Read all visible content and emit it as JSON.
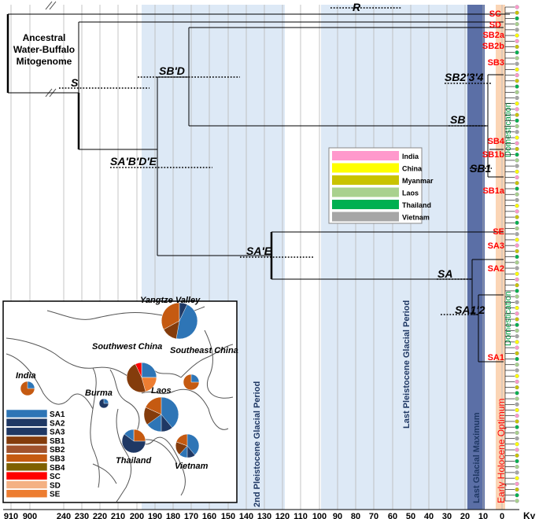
{
  "root_label": [
    "Ancestral",
    "Water-Buffalo",
    "Mitogenome"
  ],
  "x_axis": {
    "unit": "Ky",
    "ticks": [
      "910",
      "900",
      "240",
      "230",
      "220",
      "210",
      "200",
      "190",
      "180",
      "170",
      "160",
      "150",
      "140",
      "130",
      "120",
      "110",
      "100",
      "90",
      "80",
      "70",
      "60",
      "50",
      "40",
      "30",
      "20",
      "10",
      "0"
    ]
  },
  "periods": {
    "second_pleistocene": "2nd Pleistocene Glacial Period",
    "last_pleistocene": "Last Pleistocene Glacial Period",
    "last_glacial_maximum": "Last Glacial Maximum",
    "early_holocene_optimum": "Early Holocene Optimum",
    "domestication": "Domestication"
  },
  "nodes": [
    "R",
    "S",
    "SB'D",
    "SA'B'D'E",
    "SA'E",
    "SB2'3'4",
    "SB",
    "SB1",
    "SA",
    "SA1'2"
  ],
  "clades": [
    "SC",
    "SD",
    "SB2a",
    "SB2b",
    "SB3",
    "SB4",
    "SB1b",
    "SB1a",
    "SE",
    "SA3",
    "SA2",
    "SA1"
  ],
  "legend": {
    "items": [
      {
        "label": "India",
        "color": "#ff99cc"
      },
      {
        "label": "China",
        "color": "#ffff00"
      },
      {
        "label": "Myanmar",
        "color": "#c9c300"
      },
      {
        "label": "Laos",
        "color": "#a9d18e"
      },
      {
        "label": "Thailand",
        "color": "#00b050"
      },
      {
        "label": "Vietnam",
        "color": "#a6a6a6"
      }
    ]
  },
  "map": {
    "regions": [
      "Yangtze Valley",
      "Southwest China",
      "Southeast China",
      "India",
      "Burma",
      "Laos",
      "Thailand",
      "Vietnam"
    ],
    "haplo_legend": [
      {
        "label": "SA1",
        "color": "#2e75b6"
      },
      {
        "label": "SA2",
        "color": "#1f3864"
      },
      {
        "label": "SA3",
        "color": "#203864"
      },
      {
        "label": "SB1",
        "color": "#843c0c"
      },
      {
        "label": "SB2",
        "color": "#a0522d"
      },
      {
        "label": "SB3",
        "color": "#c55a11"
      },
      {
        "label": "SB4",
        "color": "#7f6000"
      },
      {
        "label": "SC",
        "color": "#ff0000"
      },
      {
        "label": "SD",
        "color": "#f4b183"
      },
      {
        "label": "SE",
        "color": "#ed7d31"
      }
    ]
  },
  "tips_count": 88
}
